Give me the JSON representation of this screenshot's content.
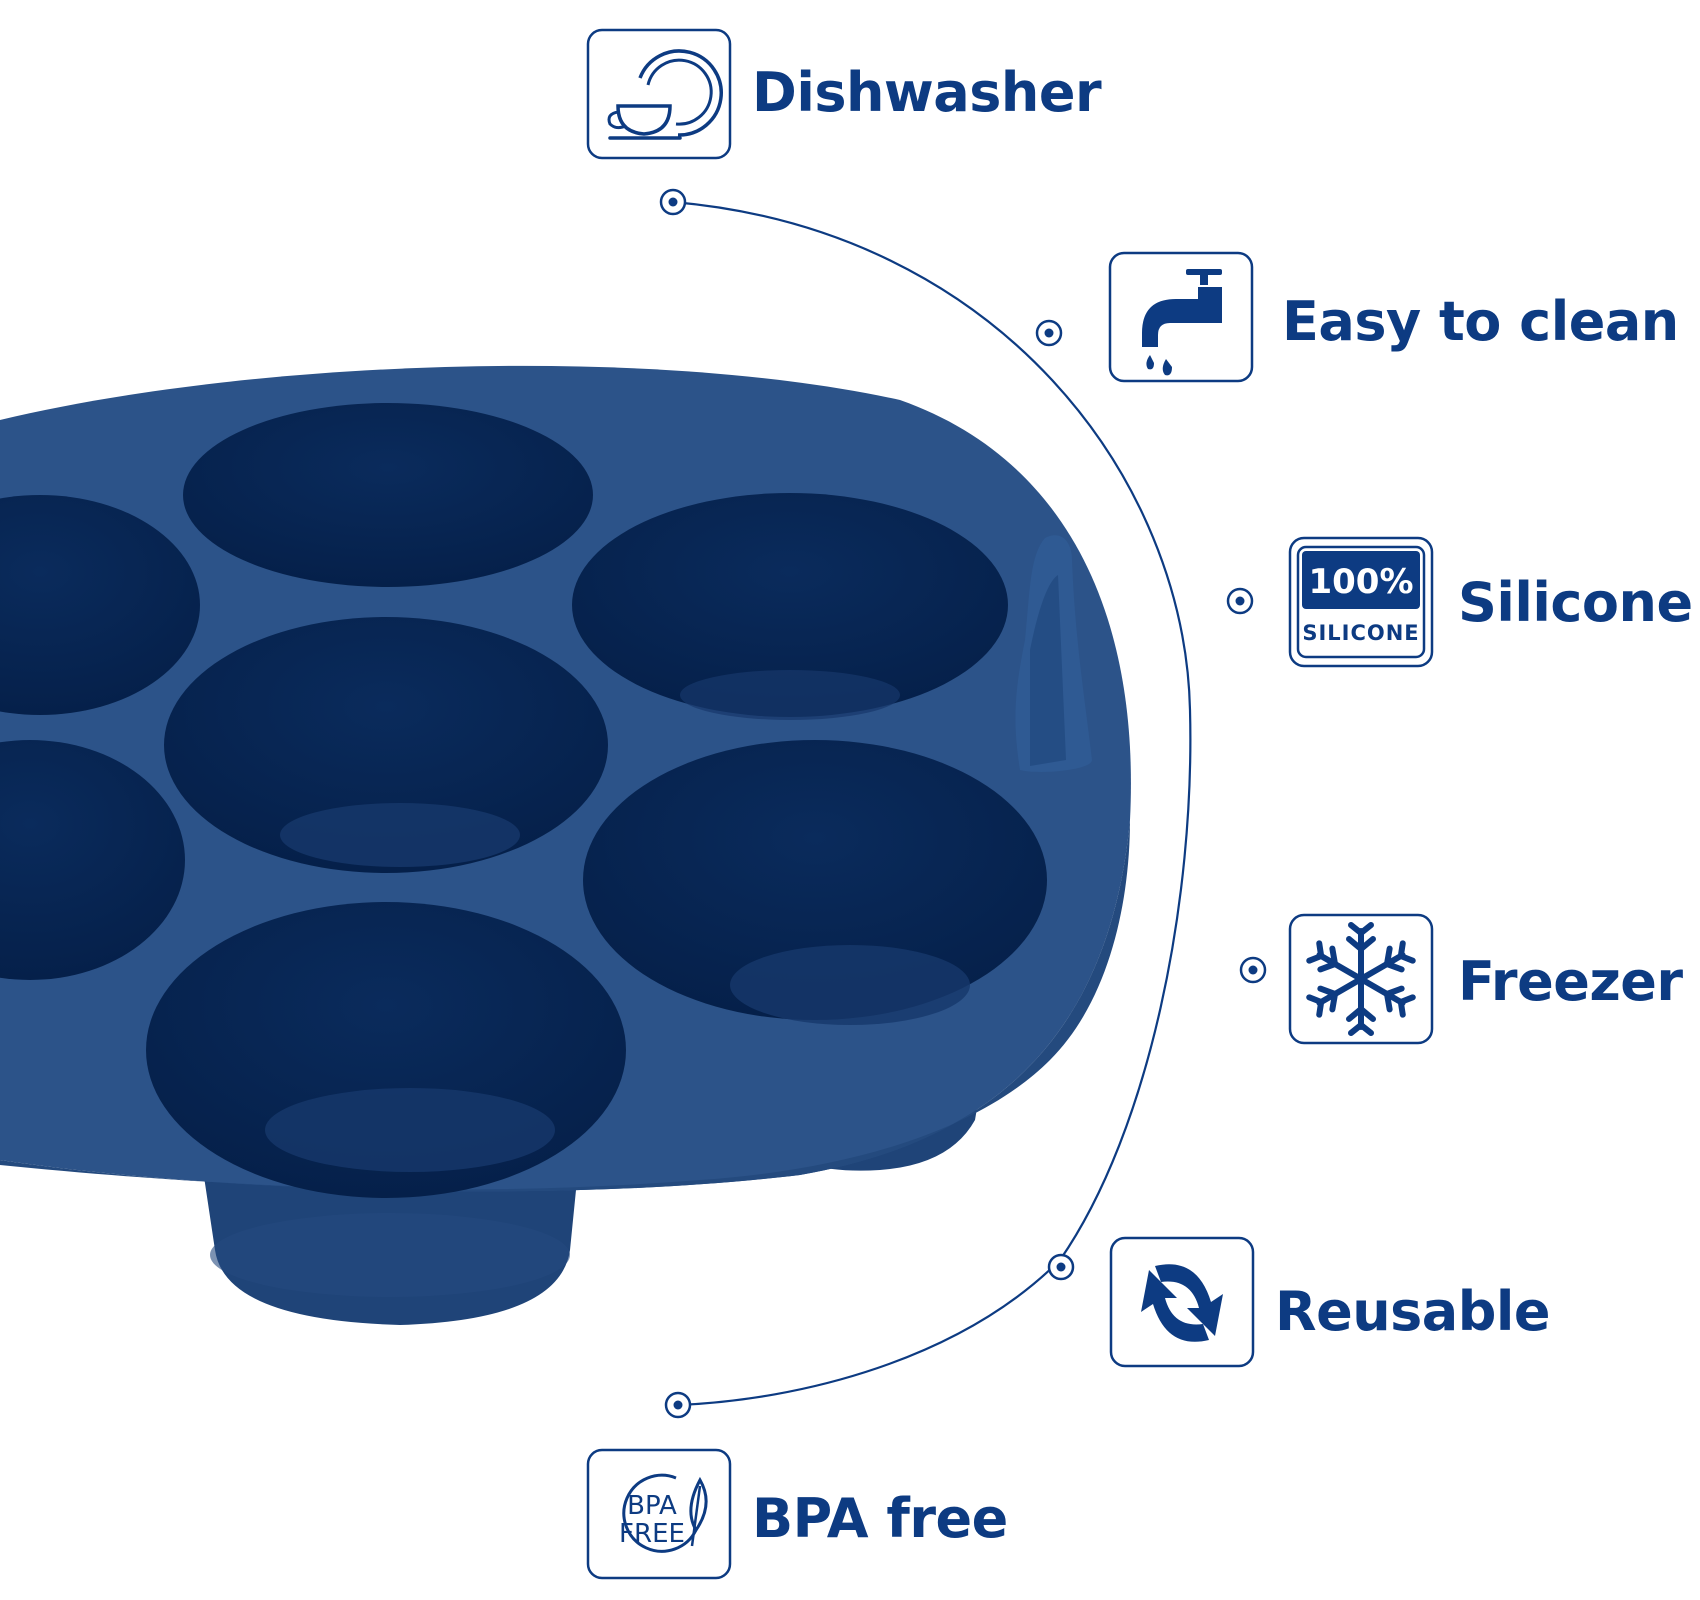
{
  "theme": {
    "accent": "#0d3b82",
    "tray_color": "#2c5389",
    "tray_dark": "#082856"
  },
  "features": [
    {
      "icon": "dishes-icon",
      "label": "Dishwasher"
    },
    {
      "icon": "faucet-icon",
      "label": "Easy to clean"
    },
    {
      "icon": "silicone-badge-icon",
      "label": "Silicone",
      "badge_top": "100%",
      "badge_bottom": "SILICONE"
    },
    {
      "icon": "snowflake-icon",
      "label": "Freezer"
    },
    {
      "icon": "reuse-arrows-icon",
      "label": "Reusable"
    },
    {
      "icon": "bpa-free-icon",
      "label": "BPA free",
      "badge_top": "BPA",
      "badge_bottom": "FREE"
    }
  ]
}
